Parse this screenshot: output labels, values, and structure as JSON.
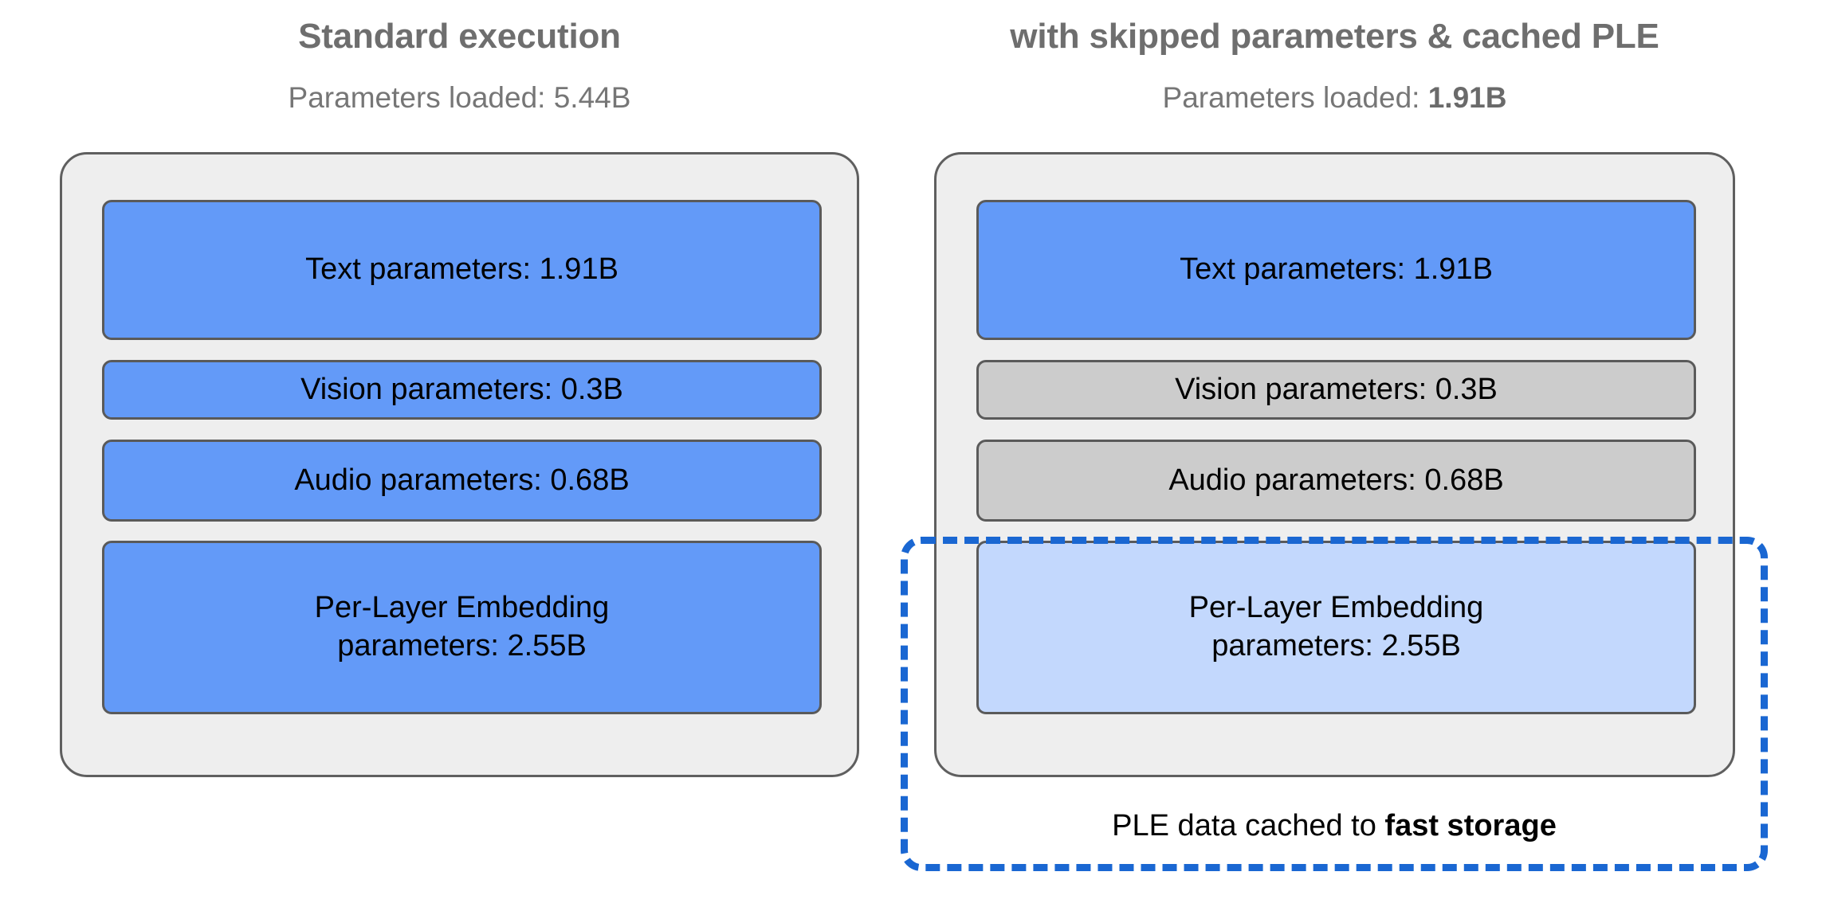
{
  "diagram": {
    "title_left": "Standard execution",
    "title_right": "with skipped parameters & cached PLE",
    "columns": [
      {
        "id": "standard",
        "title": "Standard execution",
        "subtitle_prefix": "Parameters loaded: ",
        "subtitle_value": "5.44B",
        "subtitle_value_bold": false,
        "boxes": [
          {
            "label": "Text parameters: 1.91B",
            "name": "text-parameters-box",
            "state": "loaded",
            "color": "#639af8",
            "value_b": 1.91
          },
          {
            "label": "Vision parameters: 0.3B",
            "name": "vision-parameters-box",
            "state": "loaded",
            "color": "#639af8",
            "value_b": 0.3
          },
          {
            "label": "Audio parameters: 0.68B",
            "name": "audio-parameters-box",
            "state": "loaded",
            "color": "#639af8",
            "value_b": 0.68
          },
          {
            "label_line1": "Per-Layer Embedding",
            "label_line2": "parameters: 2.55B",
            "name": "ple-parameters-box",
            "state": "loaded",
            "color": "#639af8",
            "value_b": 2.55
          }
        ]
      },
      {
        "id": "skipped-cached",
        "title": "with skipped parameters & cached PLE",
        "subtitle_prefix": "Parameters loaded: ",
        "subtitle_value": "1.91B",
        "subtitle_value_bold": true,
        "boxes": [
          {
            "label": "Text parameters: 1.91B",
            "name": "text-parameters-box",
            "state": "loaded",
            "color": "#639af8",
            "value_b": 1.91
          },
          {
            "label": "Vision parameters: 0.3B",
            "name": "vision-parameters-box",
            "state": "skipped",
            "color": "#cccccc",
            "value_b": 0.3
          },
          {
            "label": "Audio parameters: 0.68B",
            "name": "audio-parameters-box",
            "state": "skipped",
            "color": "#cccccc",
            "value_b": 0.68
          },
          {
            "label_line1": "Per-Layer Embedding",
            "label_line2": "parameters: 2.55B",
            "name": "ple-parameters-box",
            "state": "cached",
            "color": "#c3d8fd",
            "value_b": 2.55
          }
        ],
        "cache_region": {
          "caption_prefix": "PLE data cached to ",
          "caption_emphasis": "fast storage",
          "border_color": "#1a67d2",
          "style": "dashed"
        }
      }
    ],
    "colors": {
      "loaded_blue": "#639af8",
      "skipped_gray": "#cccccc",
      "cached_light_blue": "#c3d8fd",
      "panel_fill": "#eeeeee",
      "panel_stroke": "#5f5f5f",
      "box_stroke": "#5a5a5a",
      "title_gray": "#6e6e6e",
      "cache_dash_blue": "#1a67d2",
      "background": "#ffffff"
    }
  }
}
